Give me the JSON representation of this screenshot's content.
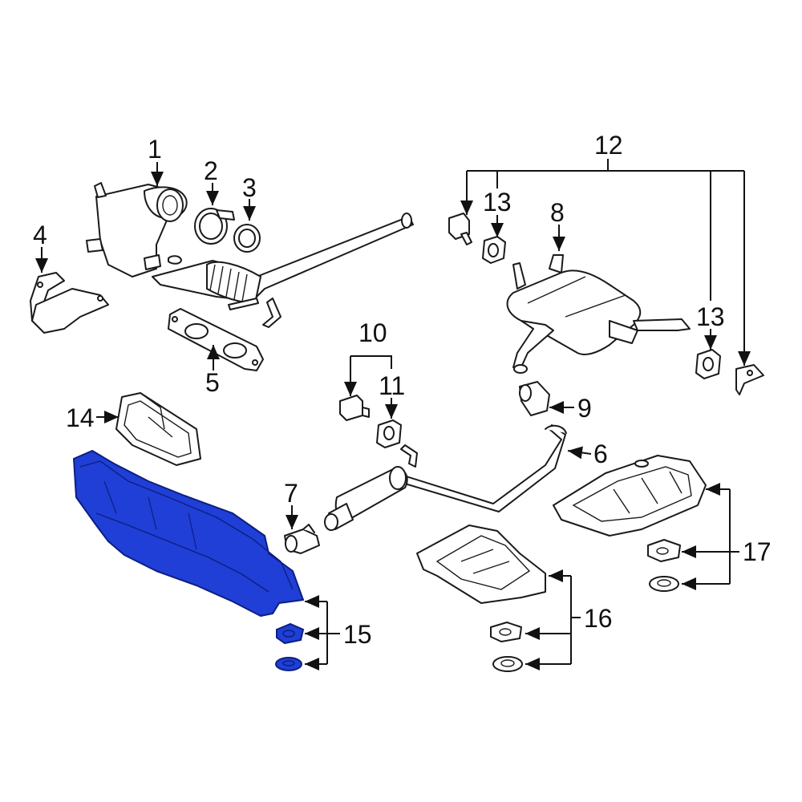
{
  "callouts": {
    "n1": "1",
    "n2": "2",
    "n3": "3",
    "n4": "4",
    "n5": "5",
    "n6": "6",
    "n7": "7",
    "n8": "8",
    "n9": "9",
    "n10": "10",
    "n11": "11",
    "n12": "12",
    "n13a": "13",
    "n13b": "13",
    "n14": "14",
    "n15": "15",
    "n16": "16",
    "n17": "17"
  },
  "colors": {
    "highlight": "#1f3fd6",
    "highlight_stroke": "#0d1f80",
    "line": "#1a1a1a",
    "background": "#ffffff"
  },
  "highlighted_part": "15"
}
